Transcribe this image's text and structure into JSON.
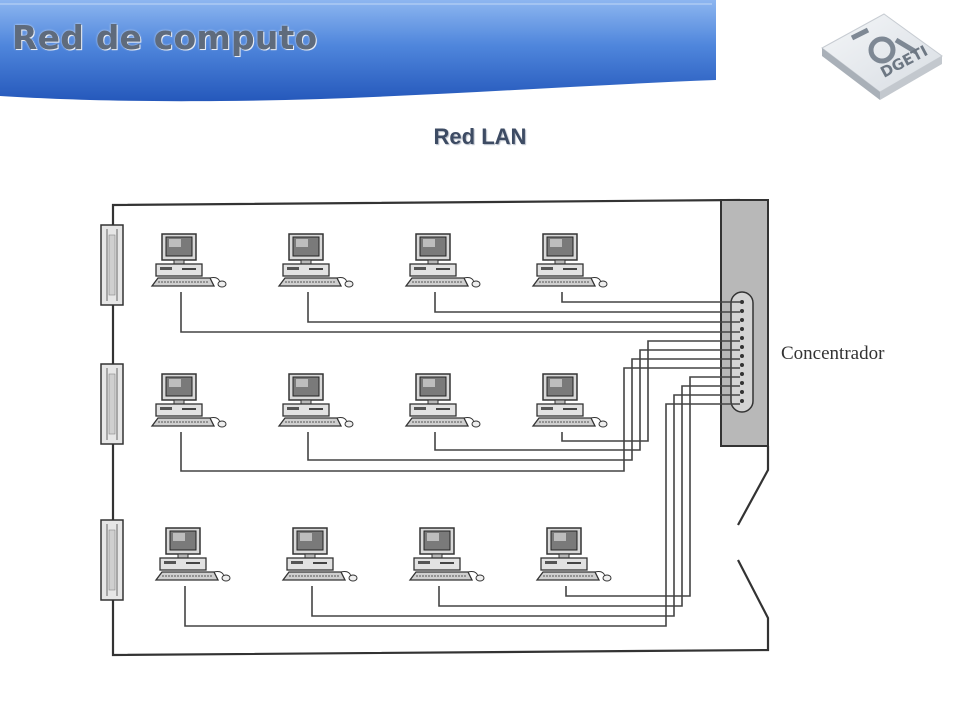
{
  "slide": {
    "title": "Red de computo",
    "subtitle": "Red LAN"
  },
  "logo": {
    "text": "DGETI",
    "icon": "dgeti-logo-icon"
  },
  "diagram": {
    "hub_label": "Concentrador",
    "rows": 3,
    "computers_per_row": 4,
    "icons": {
      "computer": "computer-icon",
      "hub": "hub-icon",
      "repeater": "repeater-icon"
    },
    "colors": {
      "banner_top": "#7aa8ea",
      "banner_bottom": "#2a63c6",
      "wire": "#444444",
      "hub_fill": "#b9b9b9"
    }
  }
}
